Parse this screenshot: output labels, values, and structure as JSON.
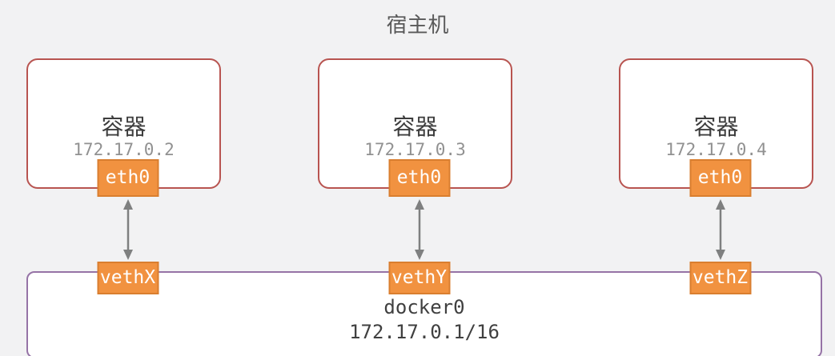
{
  "title": "宿主机",
  "containers": [
    {
      "label": "容器",
      "ip": "172.17.0.2",
      "interface": "eth0",
      "veth": "vethX"
    },
    {
      "label": "容器",
      "ip": "172.17.0.3",
      "interface": "eth0",
      "veth": "vethY"
    },
    {
      "label": "容器",
      "ip": "172.17.0.4",
      "interface": "eth0",
      "veth": "vethZ"
    }
  ],
  "bridge": {
    "name": "docker0",
    "cidr": "172.17.0.1/16"
  },
  "colors": {
    "background": "#f2f2f3",
    "container_border": "#b85450",
    "bridge_border": "#9673a6",
    "badge_fill": "#f19240",
    "badge_border": "#d97e2f",
    "badge_text": "#ffffff",
    "arrow": "#7f8080",
    "title_text": "#595959",
    "container_label_text": "#3d3d3d",
    "container_ip_text": "#919191",
    "bridge_text": "#404040"
  }
}
